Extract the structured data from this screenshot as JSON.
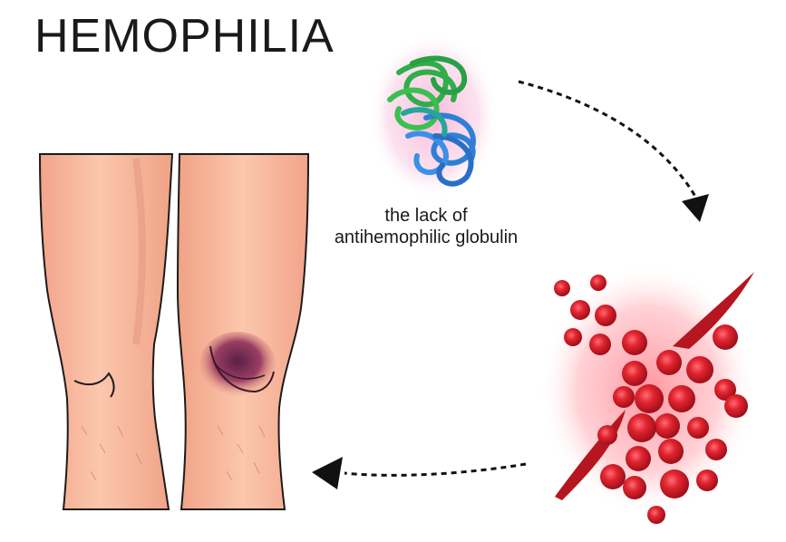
{
  "title": "HEMOPHILIA",
  "caption": {
    "line1": "the lack of",
    "line2": "antihemophilic globulin"
  },
  "colors": {
    "skin": "#f7b89c",
    "skin_shadow": "#e38f73",
    "bruise": "#6a2a4a",
    "blood_cell": "#d82a35",
    "blood_glow": "#ff9aa4",
    "protein_green": "#2fae4a",
    "protein_blue": "#2f7fd8",
    "protein_glow": "#f7b6d8",
    "arrow": "#111111"
  },
  "icons": [
    "globulin-protein-icon",
    "knees-illustration",
    "blood-vessel-illustration",
    "arrow-icon"
  ]
}
